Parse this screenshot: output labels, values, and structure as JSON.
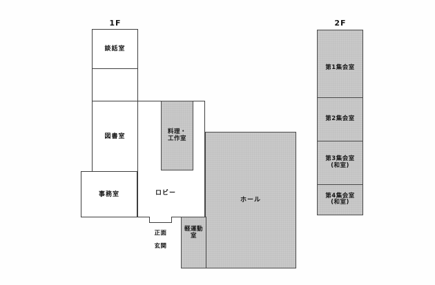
{
  "colors": {
    "room_fill_gray": "#c9c9c9",
    "wall": "#3c3c3c",
    "text": "#161616",
    "background": "#fefefe"
  },
  "floor1": {
    "label": "1F",
    "rooms": {
      "lounge": "談話室",
      "library": "図書室",
      "office": "事務室",
      "lobby": "ロビー",
      "cooking_craft_line1": "料理・",
      "cooking_craft_line2": "工作室",
      "hall": "ホール",
      "light_exercise_line1": "軽運動",
      "light_exercise_line2": "室",
      "main_entrance_line1": "正面",
      "main_entrance_line2": "玄関"
    }
  },
  "floor2": {
    "label": "2F",
    "rooms": [
      {
        "name": "第1集会室",
        "sub": ""
      },
      {
        "name": "第2集会室",
        "sub": ""
      },
      {
        "name": "第3集会室",
        "sub": "(和室)"
      },
      {
        "name": "第4集会室",
        "sub": "(和室)"
      }
    ]
  }
}
